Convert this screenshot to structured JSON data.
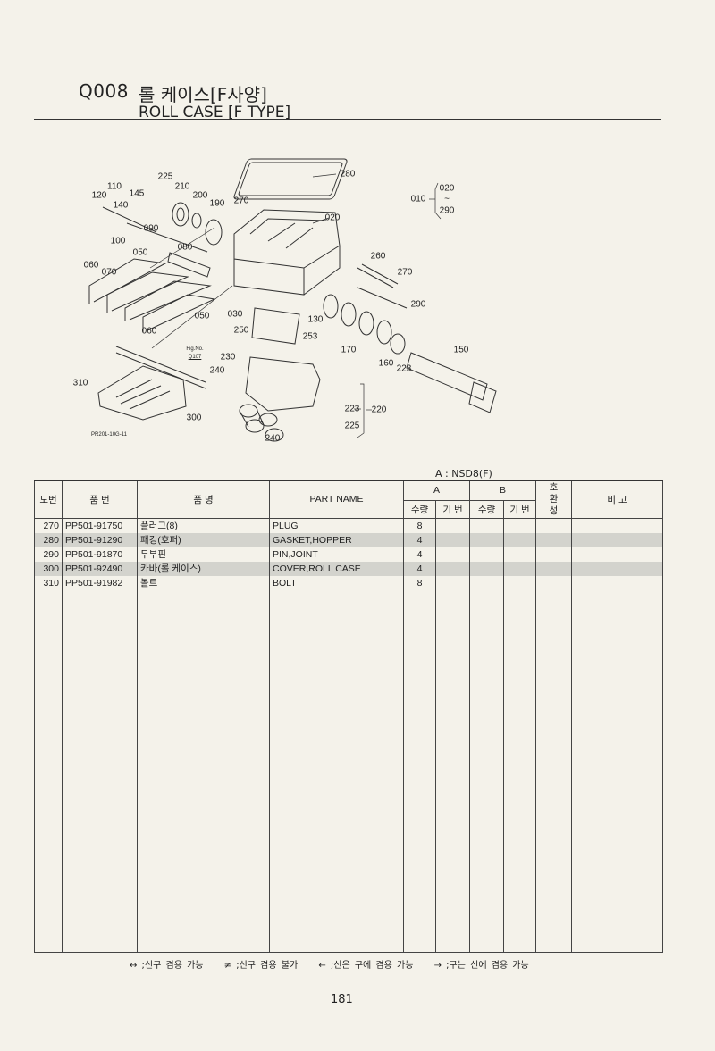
{
  "header": {
    "code": "Q008",
    "title_ko": "롤 케이스[F사양]",
    "title_en": "ROLL CASE [F TYPE]"
  },
  "diagram": {
    "callouts": [
      "280",
      "225",
      "210",
      "200",
      "190",
      "270",
      "020",
      "120",
      "110",
      "145",
      "140",
      "100",
      "090",
      "080",
      "050",
      "060",
      "070",
      "260",
      "270",
      "290",
      "050",
      "030",
      "130",
      "060",
      "250",
      "253",
      "170",
      "150",
      "160",
      "223",
      "230",
      "240",
      "310",
      "223",
      "220",
      "225",
      "300",
      "240",
      "010",
      "020",
      "~",
      "290"
    ],
    "fig_ref_label": "Fig.No.",
    "fig_ref_value": "Q107",
    "drawing_id": "PR201-10G-11"
  },
  "table": {
    "model_note": "A : NSD8(F)",
    "headers": {
      "ref_no": "도번",
      "part_no": "품 번",
      "name_ko": "품 명",
      "part_name": "PART NAME",
      "group_a": "A",
      "group_b": "B",
      "qty": "수량",
      "machine_no": "기 번",
      "compat": "호환성",
      "remarks": "비 고"
    },
    "rows": [
      {
        "ref": "270",
        "part_no": "PP501-91750",
        "name_ko": "플러그(8)",
        "part_name": "PLUG",
        "qty_a": "8"
      },
      {
        "ref": "280",
        "part_no": "PP501-91290",
        "name_ko": "패킹(호퍼)",
        "part_name": "GASKET,HOPPER",
        "qty_a": "4"
      },
      {
        "ref": "290",
        "part_no": "PP501-91870",
        "name_ko": "두부핀",
        "part_name": "PIN,JOINT",
        "qty_a": "4"
      },
      {
        "ref": "300",
        "part_no": "PP501-92490",
        "name_ko": "카바(롤 케이스)",
        "part_name": "COVER,ROLL CASE",
        "qty_a": "4"
      },
      {
        "ref": "310",
        "part_no": "PP501-91982",
        "name_ko": "볼트",
        "part_name": "BOLT",
        "qty_a": "8"
      }
    ]
  },
  "legend": [
    "↔ ;신구 겸용 가능",
    "≠ ;신구 겸용 불가",
    "← ;신은 구에 겸용 가능",
    "→ ;구는 신에 겸용 가능"
  ],
  "page_number": "181"
}
